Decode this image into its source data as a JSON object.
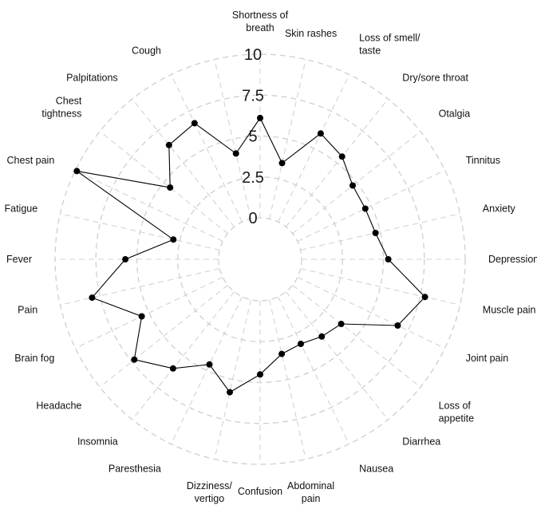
{
  "chart_data": {
    "type": "radar",
    "title": "",
    "rlim": [
      0,
      10
    ],
    "ticks": [
      "0",
      "2.5",
      "5",
      "7.5",
      "10"
    ],
    "tick_values": [
      0,
      2.5,
      5,
      7.5,
      10
    ],
    "inner_hole": true,
    "grid": true,
    "series": [
      {
        "name": "",
        "color": "#000000",
        "values": [
          6.1,
          3.5,
          6.0,
          5.5,
          4.7,
          4.6,
          4.7,
          5.3,
          7.8,
          6.8,
          3.8,
          3.5,
          3.2,
          3.4,
          4.5,
          5.8,
          4.6,
          6.0,
          7.3,
          5.5,
          8.0,
          5.7,
          2.9,
          9.9,
          4.5,
          6.4,
          6.7,
          4.1
        ]
      }
    ],
    "categories": [
      [
        "Shortness of",
        "breath"
      ],
      [
        "Skin rashes"
      ],
      [
        "Loss of smell/",
        "taste"
      ],
      [
        "Dry/sore throat"
      ],
      [
        "Otalgia"
      ],
      [
        "Tinnitus"
      ],
      [
        "Anxiety"
      ],
      [
        "Depression"
      ],
      [
        "Muscle pain"
      ],
      [
        "Joint pain"
      ],
      [
        "Loss of",
        "appetite"
      ],
      [
        "Diarrhea"
      ],
      [
        "Nausea"
      ],
      [
        "Abdominal",
        "pain"
      ],
      [
        "Confusion"
      ],
      [
        "Dizziness/",
        "vertigo"
      ],
      [
        "Paresthesia"
      ],
      [
        "Insomnia"
      ],
      [
        "Headache"
      ],
      [
        "Brain fog"
      ],
      [
        "Pain"
      ],
      [
        "Fever"
      ],
      [
        "Fatigue"
      ],
      [
        "Chest pain"
      ],
      [
        "Chest",
        "tightness"
      ],
      [
        "Palpitations"
      ],
      [
        "Cough"
      ],
      [
        ""
      ]
    ]
  }
}
